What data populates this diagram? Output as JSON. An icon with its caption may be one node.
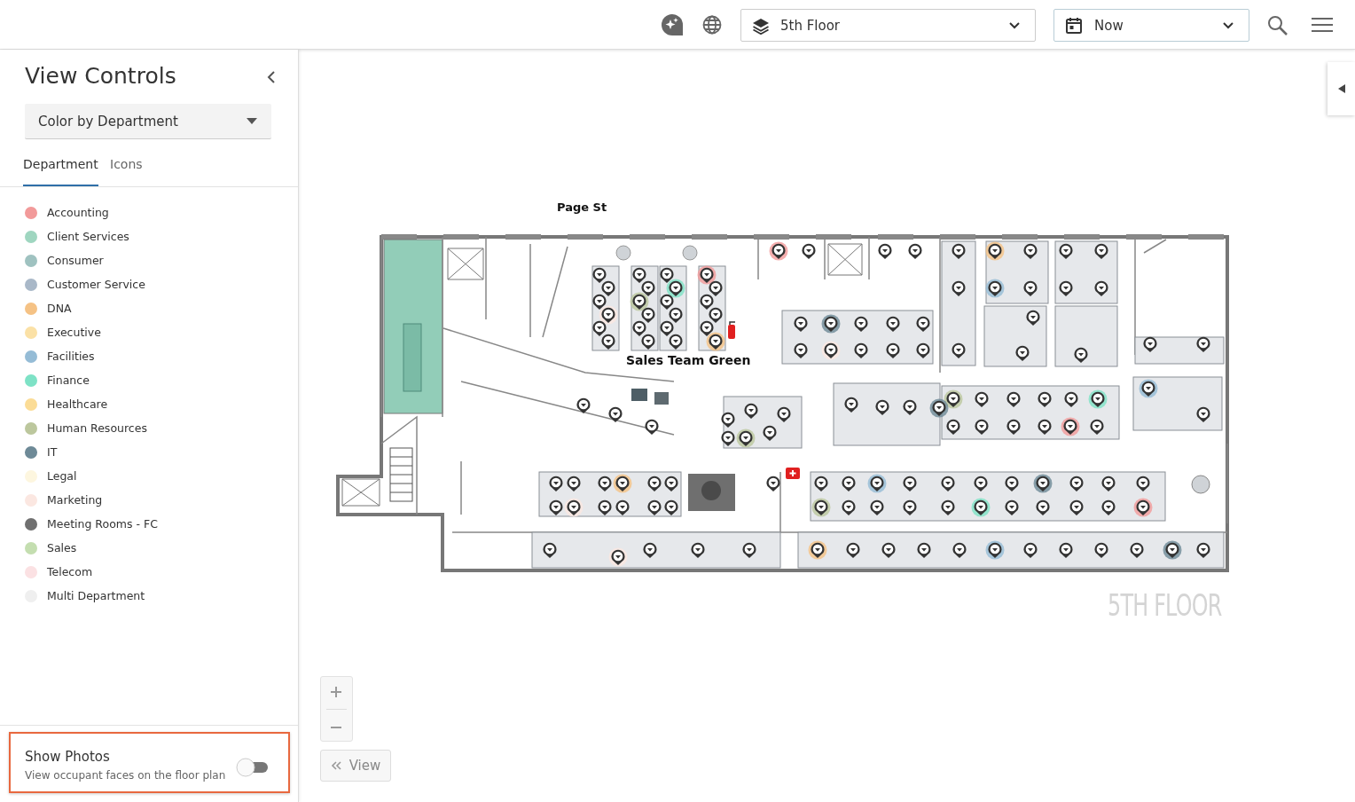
{
  "diagram": {
    "labels": [
      "5th Floor",
      "Now",
      "View Controls",
      "Color by Department",
      "Department",
      "Icons",
      "Page St",
      "Sales Team Green",
      "5TH FLOOR",
      "View",
      "Show Photos",
      "View occupant faces on the floor plan"
    ],
    "legend": [
      {
        "text": "Accounting",
        "color": "#f29a9a"
      },
      {
        "text": "Client Services",
        "color": "#9fd6c0"
      },
      {
        "text": "Consumer",
        "color": "#9fc2c0"
      },
      {
        "text": "Customer Service",
        "color": "#a9b8c8"
      },
      {
        "text": "DNA",
        "color": "#f5c285"
      },
      {
        "text": "Executive",
        "color": "#fbe1a6"
      },
      {
        "text": "Facilities",
        "color": "#95bcd6"
      },
      {
        "text": "Finance",
        "color": "#7ee2c6"
      },
      {
        "text": "Healthcare",
        "color": "#fbdc96"
      },
      {
        "text": "Human Resources",
        "color": "#bcc79d"
      },
      {
        "text": "IT",
        "color": "#6e8a97"
      },
      {
        "text": "Legal",
        "color": "#fdf6df"
      },
      {
        "text": "Marketing",
        "color": "#fbe7e1"
      },
      {
        "text": "Meeting Rooms - FC",
        "color": "#707070"
      },
      {
        "text": "Sales",
        "color": "#c4deb0"
      },
      {
        "text": "Telecom",
        "color": "#fbe1e3"
      },
      {
        "text": "Multi Department",
        "color": "#efefef"
      }
    ]
  }
}
